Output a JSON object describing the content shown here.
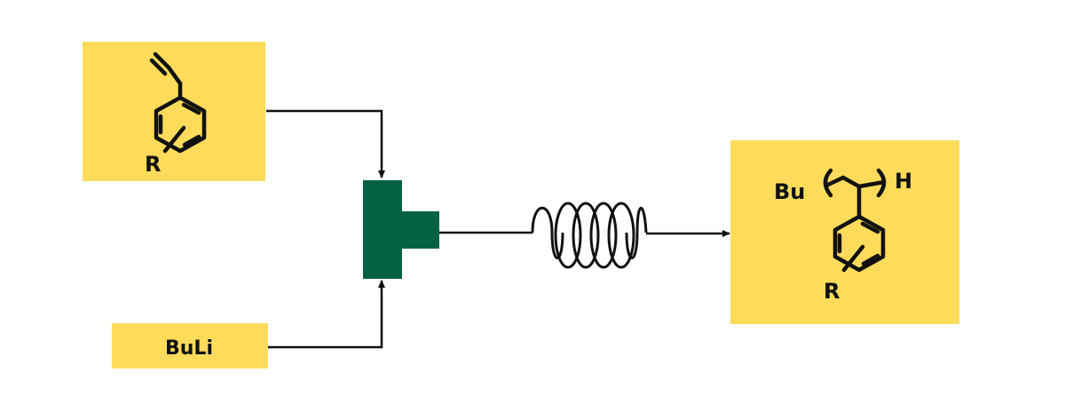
{
  "colors": {
    "box_fill": "#fedb5b",
    "mixer_fill": "#046141",
    "line": "#111111",
    "background": "#ffffff"
  },
  "reactant_monomer": {
    "substituent_label": "R"
  },
  "reagent": {
    "label": "BuLi"
  },
  "product": {
    "end_group_left": "Bu",
    "end_group_right": "H",
    "substituent_label": "R"
  },
  "icons": {
    "mixer": "t-mixer-icon",
    "reactor": "coil-reactor-icon"
  }
}
